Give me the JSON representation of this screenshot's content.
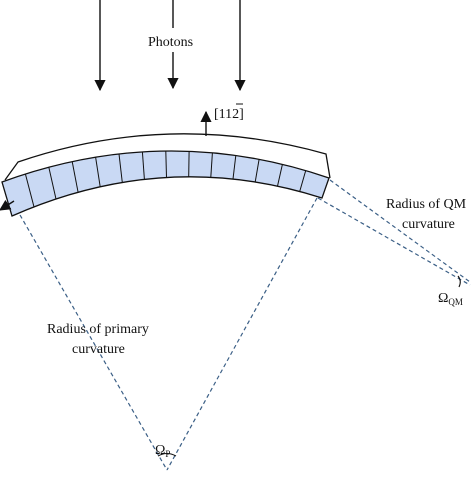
{
  "diagram": {
    "photons_label": "Photons",
    "direction_label": "[11",
    "direction_bar_digit": "2",
    "direction_close": "]",
    "qm_radius_label_line1": "Radius of QM",
    "qm_radius_label_line2": "curvature",
    "qm_angle_symbol": "Ω",
    "qm_angle_subscript": "QM",
    "primary_radius_label_line1": "Radius of primary",
    "primary_radius_label_line2": "curvature",
    "primary_angle_symbol": "Ω",
    "primary_angle_subscript": "P"
  },
  "colors": {
    "crystal_fill": "#c9d9f4",
    "outline": "#111111",
    "dashed_radius": "#3b5f86"
  },
  "counts": {
    "crystal_segments": 14,
    "photon_arrows": 3
  }
}
